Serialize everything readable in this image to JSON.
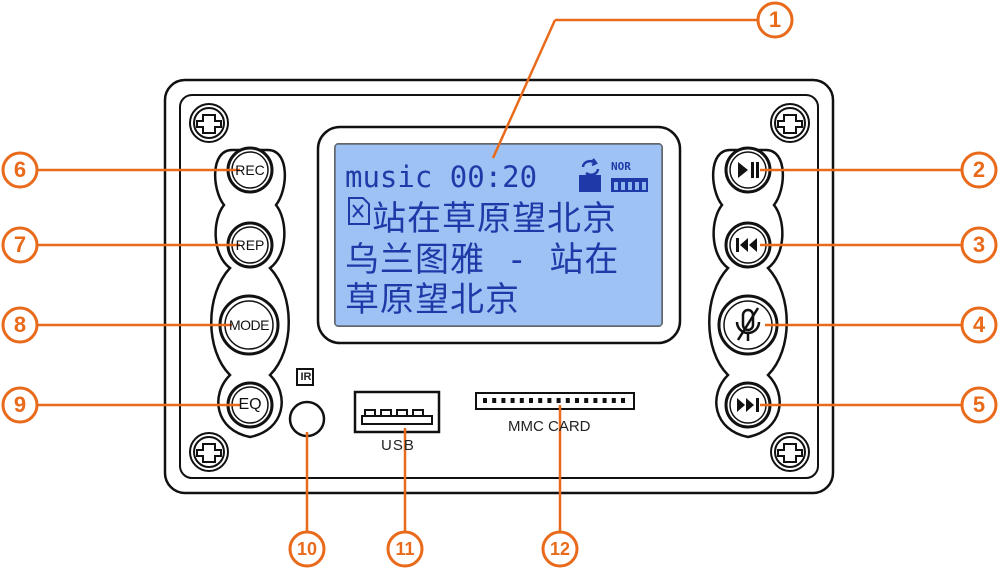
{
  "lcd": {
    "line1": "music 00:20",
    "badge": "NOR",
    "line2": "站在草原望北京",
    "line3": "乌兰图雅 - 站在",
    "line4": "草原望北京"
  },
  "buttons": {
    "rec": "REC",
    "rep": "REP",
    "mode": "MODE",
    "eq": "EQ"
  },
  "ports": {
    "ir": "IR",
    "usb": "USB",
    "mmc": "MMC CARD"
  },
  "callouts": [
    "1",
    "2",
    "3",
    "4",
    "5",
    "6",
    "7",
    "8",
    "9",
    "10",
    "11",
    "12"
  ],
  "icons": {
    "play_pause": "play-pause-icon",
    "previous": "previous-track-icon",
    "mic_mute": "microphone-muted-icon",
    "next": "next-track-icon",
    "file": "file-icon",
    "repeat": "repeat-icon"
  },
  "colors": {
    "callout": "#e86a1a",
    "lcd_background": "#8fb8f0",
    "lcd_text": "#1f3aa8",
    "outline": "#111111"
  }
}
